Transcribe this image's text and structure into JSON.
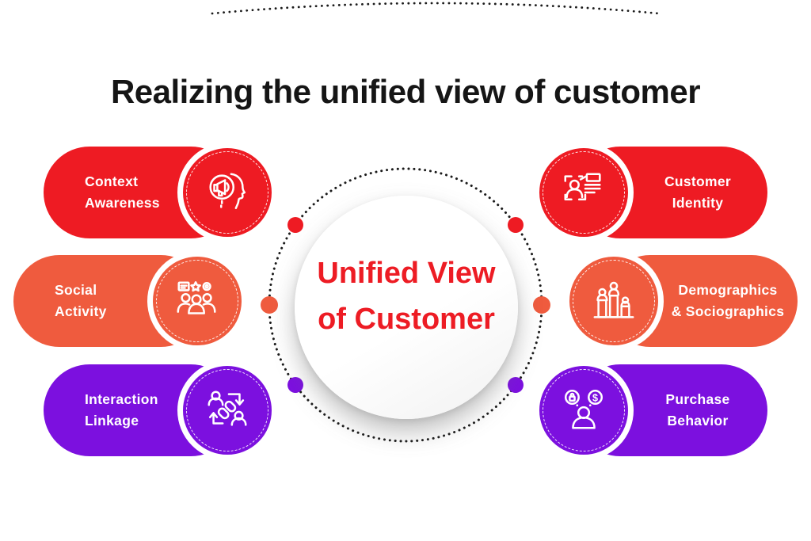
{
  "title": "Realizing the unified view of customer",
  "center": {
    "line1": "Unified View",
    "line2": "of Customer"
  },
  "colors": {
    "red": "#EE1B23",
    "orange": "#EF5B3E",
    "purple": "#7C10DF",
    "center_text": "#ED1C24",
    "ring_dots": "#1B1B1B",
    "pill_text": "#FFFFFF"
  },
  "pills": [
    {
      "id": "context-awareness",
      "line1": "Context",
      "line2": "Awareness",
      "color": "#EE1B23",
      "side": "left",
      "icon": "megaphone-head-icon"
    },
    {
      "id": "social-activity",
      "line1": "Social",
      "line2": "Activity",
      "color": "#EF5B3E",
      "side": "left",
      "icon": "social-group-icon"
    },
    {
      "id": "interaction-linkage",
      "line1": "Interaction",
      "line2": "Linkage",
      "color": "#7C10DF",
      "side": "left",
      "icon": "people-link-icon"
    },
    {
      "id": "customer-identity",
      "line1": "Customer",
      "line2": "Identity",
      "color": "#EE1B23",
      "side": "right",
      "icon": "id-scan-icon"
    },
    {
      "id": "demographics-sociographics",
      "line1": "Demographics",
      "line2": "& Sociographics",
      "color": "#EF5B3E",
      "side": "right",
      "icon": "people-bar-chart-icon"
    },
    {
      "id": "purchase-behavior",
      "line1": "Purchase",
      "line2": "Behavior",
      "color": "#7C10DF",
      "side": "right",
      "icon": "purchase-thought-icon"
    }
  ]
}
